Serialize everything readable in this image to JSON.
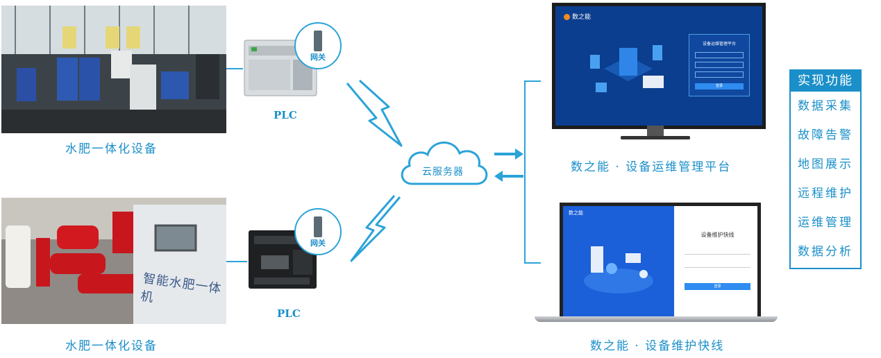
{
  "site_top": {
    "caption": "水肥一体化设备",
    "plc_label": "PLC",
    "gateway_label": "网关"
  },
  "site_bottom": {
    "caption": "水肥一体化设备",
    "plc_label": "PLC",
    "gateway_label": "网关",
    "machine_text": "智能水肥一体机"
  },
  "cloud": {
    "label": "云服务器"
  },
  "platform": {
    "caption": "数之能 · 设备运维管理平台",
    "screen_title": "设备运维管理平台",
    "brand": "数之能",
    "login_button": "登录"
  },
  "hotline": {
    "caption": "数之能 · 设备维护快线",
    "screen_title": "设备维护快线",
    "brand": "数之能",
    "login_button": "登录"
  },
  "features": {
    "title": "实现功能",
    "items": [
      "数据采集",
      "故障告警",
      "地图展示",
      "远程维护",
      "运维管理",
      "数据分析"
    ]
  },
  "colors": {
    "accent": "#1a8fc9",
    "machine_red": "#c8161d",
    "screen_blue": "#0b3e8e"
  }
}
